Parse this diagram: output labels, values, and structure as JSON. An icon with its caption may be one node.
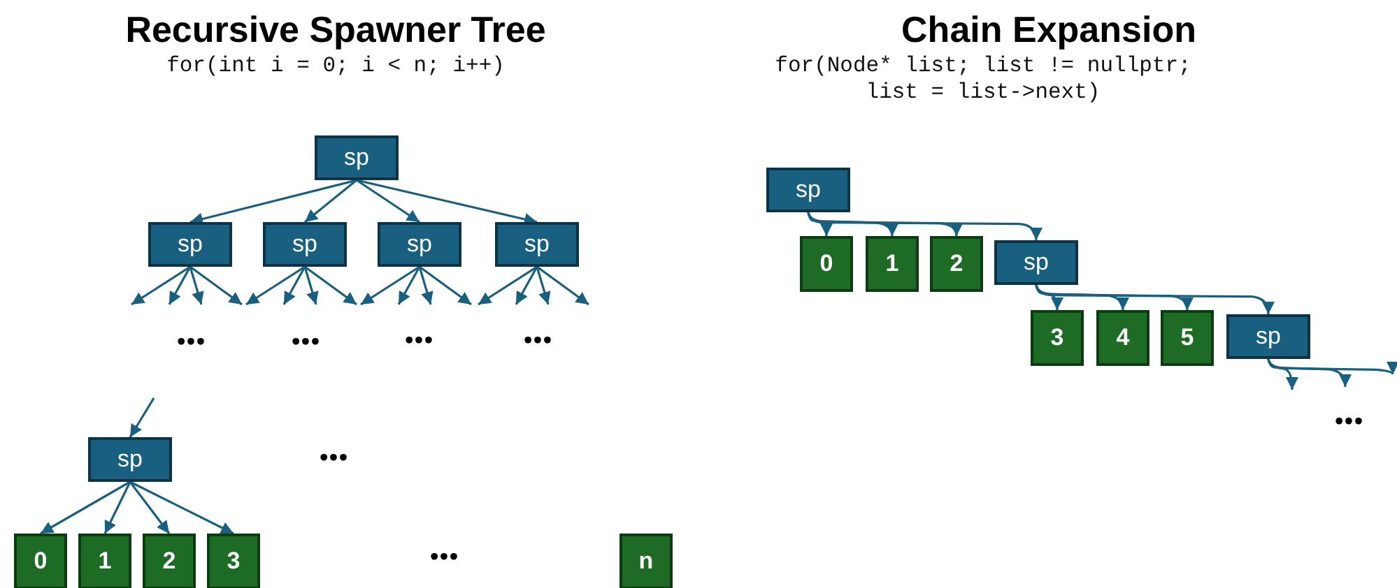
{
  "diagram": {
    "nodes": [
      {
        "text": [
          "sp"
        ]
      },
      {
        "text": [
          "sp"
        ]
      },
      {
        "text": [
          "sp"
        ]
      },
      {
        "text": [
          "sp"
        ]
      },
      {
        "text": [
          "sp"
        ]
      },
      {
        "text": [
          "sp"
        ]
      },
      {
        "text": [
          "0"
        ]
      },
      {
        "text": [
          "1"
        ]
      },
      {
        "text": [
          "2"
        ]
      },
      {
        "text": [
          "3"
        ]
      },
      {
        "text": [
          "n"
        ]
      },
      {
        "text": [
          "sp"
        ]
      },
      {
        "text": [
          "0"
        ]
      },
      {
        "text": [
          "1"
        ]
      },
      {
        "text": [
          "2"
        ]
      },
      {
        "text": [
          "sp"
        ]
      },
      {
        "text": [
          "3"
        ]
      },
      {
        "text": [
          "4"
        ]
      },
      {
        "text": [
          "5"
        ]
      },
      {
        "text": [
          "sp"
        ]
      }
    ],
    "edges": [
      {
        "from": 0,
        "to": 1,
        "arrow": "to"
      },
      {
        "from": 0,
        "to": 2,
        "arrow": "to"
      },
      {
        "from": 0,
        "to": 3,
        "arrow": "to"
      },
      {
        "from": 0,
        "to": 4,
        "arrow": "to"
      },
      {
        "from": 1,
        "to": null,
        "arrow": "to"
      },
      {
        "from": 1,
        "to": null,
        "arrow": "to"
      },
      {
        "from": 1,
        "to": null,
        "arrow": "to"
      },
      {
        "from": 1,
        "to": null,
        "arrow": "to"
      },
      {
        "from": 2,
        "to": null,
        "arrow": "to"
      },
      {
        "from": 2,
        "to": null,
        "arrow": "to"
      },
      {
        "from": 2,
        "to": null,
        "arrow": "to"
      },
      {
        "from": 2,
        "to": null,
        "arrow": "to"
      },
      {
        "from": 3,
        "to": null,
        "arrow": "to"
      },
      {
        "from": 3,
        "to": null,
        "arrow": "to"
      },
      {
        "from": 3,
        "to": null,
        "arrow": "to"
      },
      {
        "from": 3,
        "to": null,
        "arrow": "to"
      },
      {
        "from": 4,
        "to": null,
        "arrow": "to"
      },
      {
        "from": 4,
        "to": null,
        "arrow": "to"
      },
      {
        "from": 4,
        "to": null,
        "arrow": "to"
      },
      {
        "from": 4,
        "to": null,
        "arrow": "to"
      },
      {
        "from": null,
        "to": 5,
        "arrow": "to"
      },
      {
        "from": 5,
        "to": 6,
        "arrow": "to"
      },
      {
        "from": 5,
        "to": 7,
        "arrow": "to"
      },
      {
        "from": 5,
        "to": 8,
        "arrow": "to"
      },
      {
        "from": 5,
        "to": 9,
        "arrow": "to"
      },
      {
        "from": 11,
        "to": 12,
        "arrow": "to"
      },
      {
        "from": 11,
        "to": 13,
        "arrow": "to"
      },
      {
        "from": 11,
        "to": 14,
        "arrow": "to"
      },
      {
        "from": 11,
        "to": 15,
        "arrow": "to"
      },
      {
        "from": 15,
        "to": 16,
        "arrow": "to"
      },
      {
        "from": 15,
        "to": 17,
        "arrow": "to"
      },
      {
        "from": 15,
        "to": 18,
        "arrow": "to"
      },
      {
        "from": 15,
        "to": 19,
        "arrow": "to"
      },
      {
        "from": 19,
        "to": null,
        "arrow": "to"
      },
      {
        "from": 19,
        "to": null,
        "arrow": "to"
      },
      {
        "from": 19,
        "to": null,
        "arrow": "to"
      }
    ],
    "labels": [
      "Recursive Spawner Tree",
      "for(int i = 0; i < n; i++)",
      "Chain Expansion",
      "for(Node* list; list != nullptr; list = list->next)",
      "•••",
      "•••",
      "•••",
      "•••",
      "•••",
      "•••",
      "•••"
    ]
  }
}
